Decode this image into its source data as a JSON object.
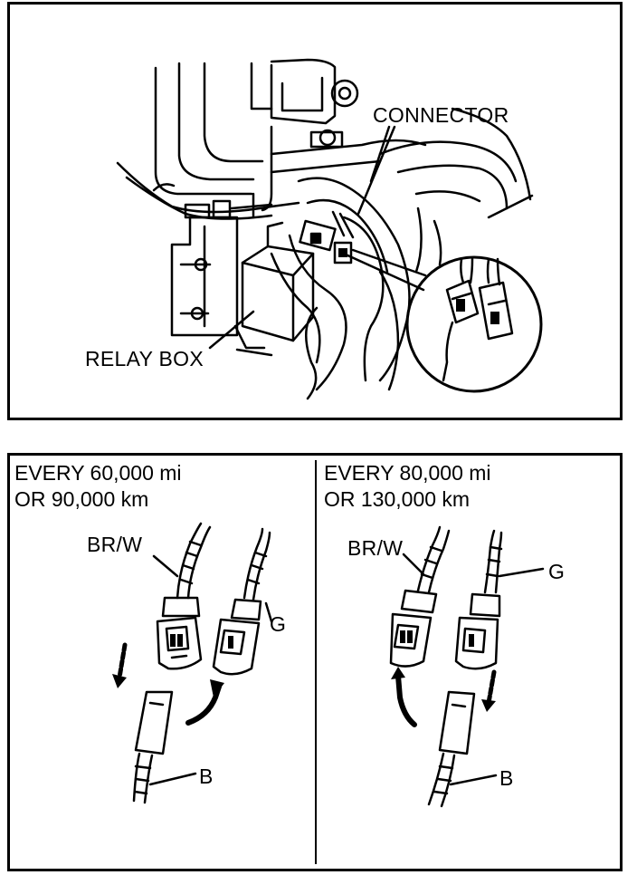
{
  "top": {
    "connector_label": "CONNECTOR",
    "relay_box_label": "RELAY BOX"
  },
  "left": {
    "line1": "EVERY 60,000 mi",
    "line2": "OR 90,000 km",
    "wire_brw": "BR/W",
    "wire_g": "G",
    "wire_b": "B"
  },
  "right": {
    "line1": "EVERY 80,000 mi",
    "line2": "OR 130,000 km",
    "wire_brw": "BR/W",
    "wire_g": "G",
    "wire_b": "B"
  },
  "icons": [
    "down-arrow-icon",
    "curved-up-arrow-icon"
  ]
}
